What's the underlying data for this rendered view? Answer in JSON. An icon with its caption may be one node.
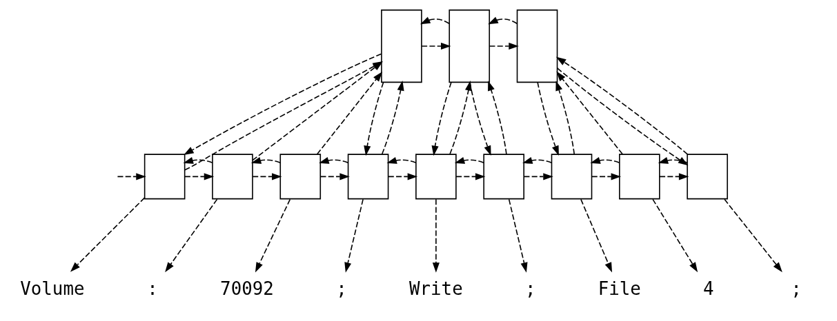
{
  "diagram": {
    "nodes": [
      {
        "text": [],
        "shape": "box"
      },
      {
        "text": [],
        "shape": "box"
      },
      {
        "text": [],
        "shape": "box"
      },
      {
        "text": [],
        "shape": "box"
      },
      {
        "text": [],
        "shape": "box"
      },
      {
        "text": [],
        "shape": "box"
      },
      {
        "text": [],
        "shape": "box"
      },
      {
        "text": [],
        "shape": "box"
      },
      {
        "text": [],
        "shape": "box"
      },
      {
        "text": [],
        "shape": "box"
      },
      {
        "text": [],
        "shape": "box"
      },
      {
        "text": [],
        "shape": "box"
      },
      {
        "text": [
          "Volume"
        ]
      },
      {
        "text": [
          ":"
        ]
      },
      {
        "text": [
          "70092"
        ]
      },
      {
        "text": [
          ";"
        ]
      },
      {
        "text": [
          "Write"
        ]
      },
      {
        "text": [
          ";"
        ]
      },
      {
        "text": [
          "File"
        ]
      },
      {
        "text": [
          "4"
        ]
      },
      {
        "text": [
          ";"
        ]
      }
    ],
    "edges": [
      {
        "from": 0,
        "to": 1,
        "arrow": "to"
      },
      {
        "from": 1,
        "to": 0,
        "arrow": "to"
      },
      {
        "from": 1,
        "to": 2,
        "arrow": "to"
      },
      {
        "from": 2,
        "to": 1,
        "arrow": "to"
      },
      {
        "from": 0,
        "to": 3,
        "arrow": "to"
      },
      {
        "from": 3,
        "to": 0,
        "arrow": "to"
      },
      {
        "from": 4,
        "to": 0,
        "arrow": "to"
      },
      {
        "from": 5,
        "to": 0,
        "arrow": "to"
      },
      {
        "from": 0,
        "to": 6,
        "arrow": "to"
      },
      {
        "from": 6,
        "to": 0,
        "arrow": "to"
      },
      {
        "from": 1,
        "to": 7,
        "arrow": "to"
      },
      {
        "from": 7,
        "to": 1,
        "arrow": "to"
      },
      {
        "from": 1,
        "to": 8,
        "arrow": "to"
      },
      {
        "from": 8,
        "to": 1,
        "arrow": "to"
      },
      {
        "from": 2,
        "to": 9,
        "arrow": "to"
      },
      {
        "from": 9,
        "to": 2,
        "arrow": "to"
      },
      {
        "from": 10,
        "to": 2,
        "arrow": "to"
      },
      {
        "from": 2,
        "to": 11,
        "arrow": "to"
      },
      {
        "from": 11,
        "to": 2,
        "arrow": "to"
      },
      {
        "from": null,
        "to": 3,
        "arrow": "to"
      },
      {
        "from": 3,
        "to": 4,
        "arrow": "to"
      },
      {
        "from": 4,
        "to": 3,
        "arrow": "to"
      },
      {
        "from": 4,
        "to": 5,
        "arrow": "to"
      },
      {
        "from": 5,
        "to": 4,
        "arrow": "to"
      },
      {
        "from": 5,
        "to": 6,
        "arrow": "to"
      },
      {
        "from": 6,
        "to": 5,
        "arrow": "to"
      },
      {
        "from": 6,
        "to": 7,
        "arrow": "to"
      },
      {
        "from": 7,
        "to": 6,
        "arrow": "to"
      },
      {
        "from": 7,
        "to": 8,
        "arrow": "to"
      },
      {
        "from": 8,
        "to": 7,
        "arrow": "to"
      },
      {
        "from": 8,
        "to": 9,
        "arrow": "to"
      },
      {
        "from": 9,
        "to": 8,
        "arrow": "to"
      },
      {
        "from": 9,
        "to": 10,
        "arrow": "to"
      },
      {
        "from": 10,
        "to": 9,
        "arrow": "to"
      },
      {
        "from": 10,
        "to": 11,
        "arrow": "to"
      },
      {
        "from": 11,
        "to": 10,
        "arrow": "to"
      },
      {
        "from": 3,
        "to": 12,
        "arrow": "to"
      },
      {
        "from": 4,
        "to": 13,
        "arrow": "to"
      },
      {
        "from": 5,
        "to": 14,
        "arrow": "to"
      },
      {
        "from": 6,
        "to": 15,
        "arrow": "to"
      },
      {
        "from": 7,
        "to": 16,
        "arrow": "to"
      },
      {
        "from": 8,
        "to": 17,
        "arrow": "to"
      },
      {
        "from": 9,
        "to": 18,
        "arrow": "to"
      },
      {
        "from": 10,
        "to": 19,
        "arrow": "to"
      },
      {
        "from": 11,
        "to": 20,
        "arrow": "to"
      }
    ]
  }
}
